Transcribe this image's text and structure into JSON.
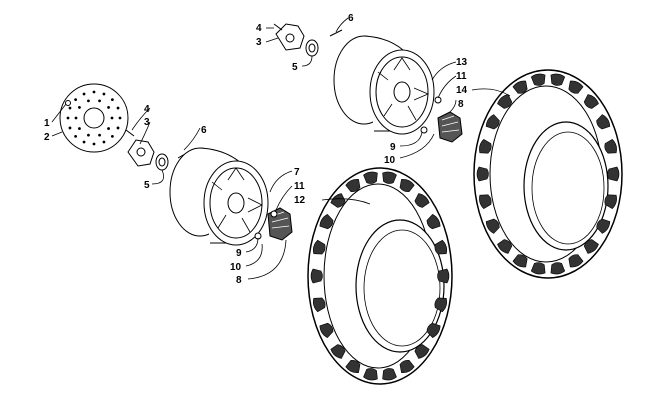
{
  "colors": {
    "line": "#000000",
    "tire_dark": "#333333",
    "tire_mid": "#777777",
    "part_fill": "#ffffff",
    "background": "#ffffff"
  },
  "callouts": {
    "front_brake": {
      "c1": "1",
      "c2": "2",
      "c3": "3",
      "c4": "4",
      "c5": "5",
      "c6": "6"
    },
    "front_wheel": {
      "c7": "7",
      "c8": "8",
      "c9": "9",
      "c10": "10",
      "c11": "11",
      "c12": "12"
    },
    "rear_hub": {
      "c3": "3",
      "c4": "4",
      "c5": "5",
      "c6": "6"
    },
    "rear_wheel": {
      "c8": "8",
      "c9": "9",
      "c10": "10",
      "c11": "11",
      "c13": "13",
      "c14": "14"
    }
  }
}
